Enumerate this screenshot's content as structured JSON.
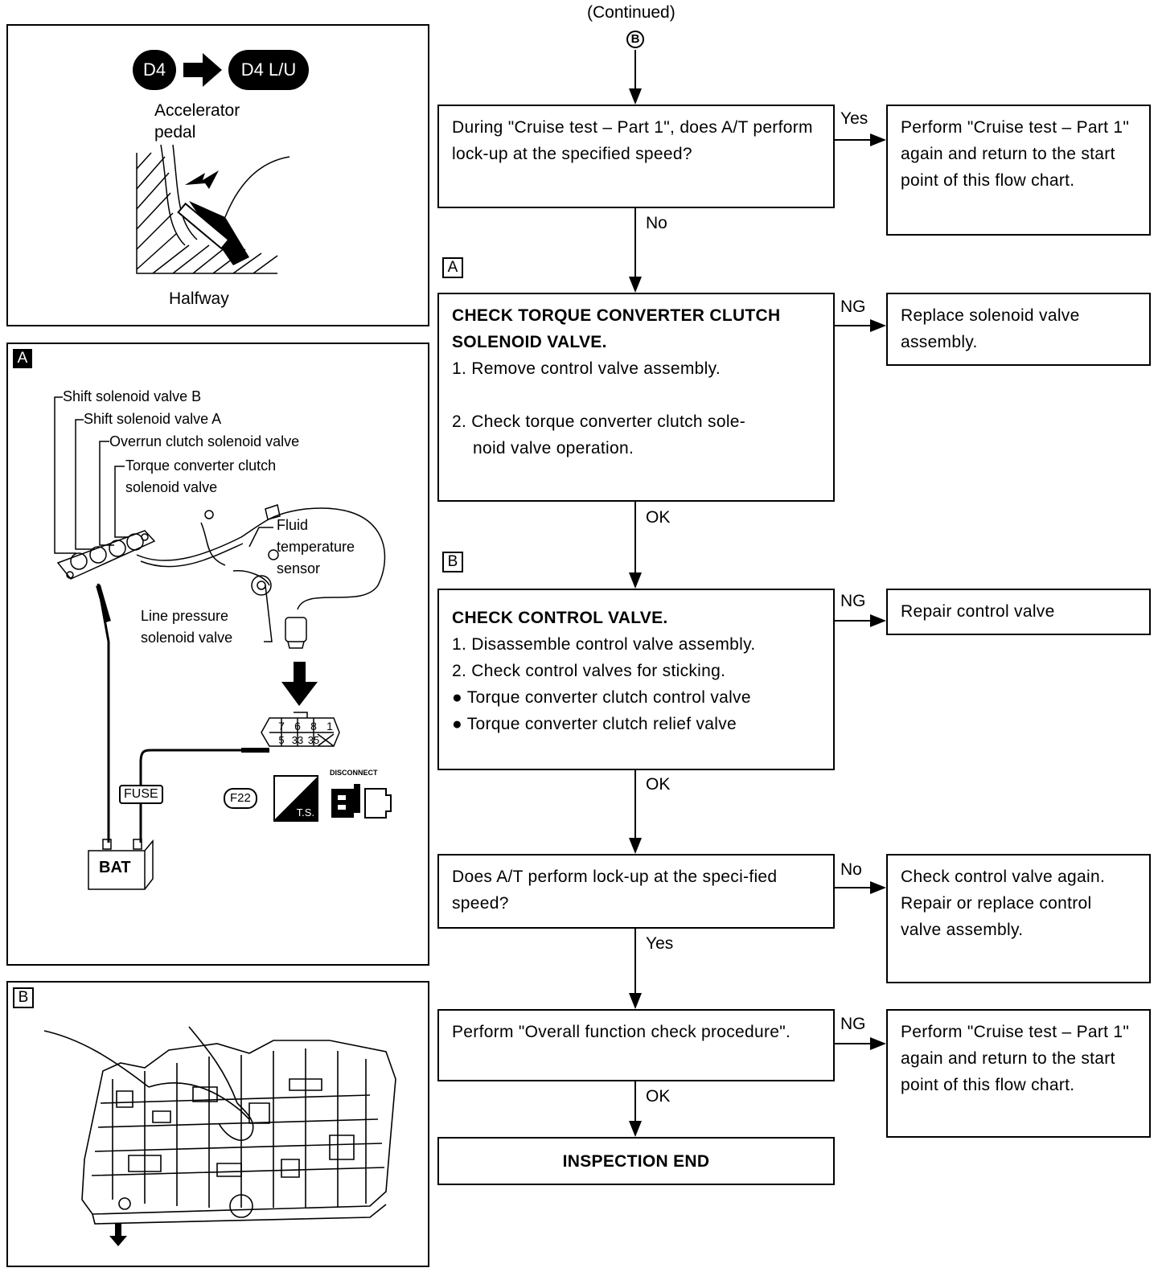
{
  "header": {
    "continued": "(Continued)",
    "connector": "B"
  },
  "left": {
    "pedal_panel": {
      "badge_from": "D4",
      "badge_to": "D4 L/U",
      "pedal_label": "Accelerator pedal",
      "halfway": "Halfway"
    },
    "panel_a": {
      "tag": "A",
      "labels": [
        "Shift solenoid valve B",
        "Shift solenoid valve A",
        "Overrun clutch solenoid valve",
        "Torque converter clutch",
        "solenoid valve",
        "Fluid",
        "temperature",
        "sensor",
        "Line pressure",
        "solenoid valve"
      ],
      "connector_top": [
        "7",
        "6",
        "8",
        "1"
      ],
      "connector_bottom": [
        "5",
        "33",
        "35",
        "X"
      ],
      "fuse": "FUSE",
      "bat": "BAT",
      "f22": "F22",
      "ts": "T.S.",
      "disconnect": "DISCONNECT"
    },
    "panel_b": {
      "tag": "B"
    }
  },
  "flow": {
    "q1": {
      "text": "During \"Cruise test – Part 1\", does A/T perform lock-up at the specified speed?",
      "yes": "Yes",
      "no": "No"
    },
    "r1": "Perform \"Cruise test – Part 1\" again and return to the start point of this flow chart.",
    "tag_a": "A",
    "s1": {
      "title": "CHECK TORQUE CONVERTER CLUTCH SOLENOID VALVE.",
      "step1": "1. Remove control valve assembly.",
      "step2a": "2. Check torque converter clutch sole-",
      "step2b": "noid valve operation.",
      "ng": "NG",
      "ok": "OK"
    },
    "r2": "Replace solenoid valve assembly.",
    "tag_b": "B",
    "s2": {
      "title": "CHECK CONTROL VALVE.",
      "items": [
        "1. Disassemble control valve assembly.",
        "2. Check control valves for sticking.",
        "● Torque converter clutch control valve",
        "● Torque converter clutch relief valve"
      ],
      "ng": "NG",
      "ok": "OK"
    },
    "r3": "Repair control valve",
    "q2": {
      "text": "Does A/T perform lock-up at the speci-fied speed?",
      "no": "No",
      "yes": "Yes"
    },
    "r4": {
      "line1": "Check control valve again.",
      "line2": "Repair or replace control valve assembly."
    },
    "s3": {
      "text": "Perform \"Overall function check procedure\".",
      "ng": "NG",
      "ok": "OK"
    },
    "r5": "Perform \"Cruise test – Part 1\" again and return to the start point of this flow chart.",
    "end": "INSPECTION END"
  }
}
